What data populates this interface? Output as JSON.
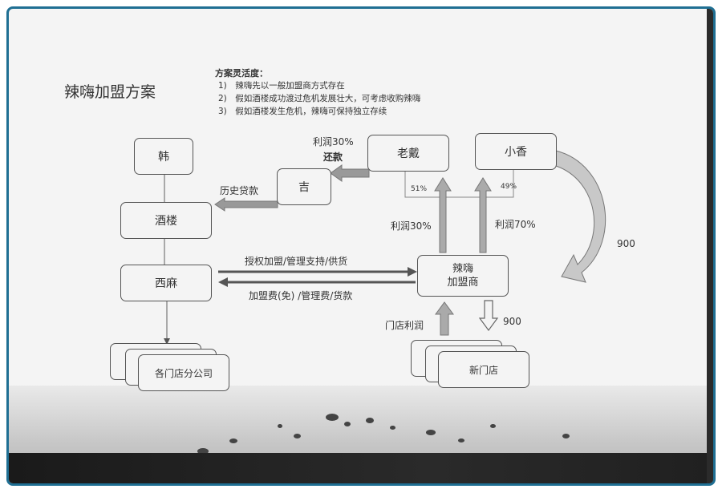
{
  "title": "辣嗨加盟方案",
  "notes": {
    "heading": "方案灵活度：",
    "items": [
      "1)　辣嗨先以一般加盟商方式存在",
      "2)　假如酒楼成功渡过危机发展壮大，可考虑收购辣嗨",
      "3)　假如酒楼发生危机，辣嗨可保持独立存续"
    ]
  },
  "nodes": {
    "han": "韩",
    "jiulou": "酒楼",
    "ximá": "西麻",
    "branches": "各门店分公司",
    "ji": "吉",
    "laodai": "老戴",
    "xiaoxiang": "小香",
    "lahai": "辣嗨\n加盟商",
    "newstore": "新门店"
  },
  "labels": {
    "history_loan": "历史贷款",
    "profit30_top": "利润30%",
    "repay": "还款",
    "pct51": "51%",
    "pct49": "49%",
    "profit30": "利润30%",
    "profit70": "利润70%",
    "n900_right": "900",
    "auth": "授权加盟/管理支持/供货",
    "fees": "加盟费(免) /管理费/货款",
    "store_profit": "门店利润",
    "n900_bottom": "900"
  }
}
